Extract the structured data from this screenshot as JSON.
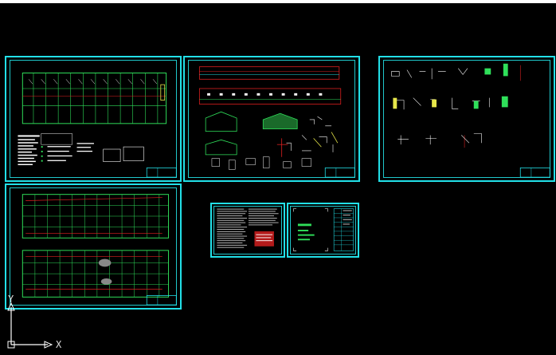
{
  "viewport": {
    "background": "#000000",
    "sheet_border_color": "#22e0e8",
    "linework_colors": {
      "green": "#2fe05a",
      "red": "#e02020",
      "yellow": "#e8e84a",
      "white": "#ffffff",
      "cyan": "#22e0e8"
    }
  },
  "sheets": [
    {
      "name": "floor-plan-sheet"
    },
    {
      "name": "elevations-sections-sheet"
    },
    {
      "name": "details-sheet"
    },
    {
      "name": "roof-plan-sheet"
    },
    {
      "name": "design-notes-sheet"
    },
    {
      "name": "drawing-index-sheet"
    }
  ],
  "ucs": {
    "x_label": "X",
    "y_label": "Y",
    "icon": "ucs-axis-icon"
  }
}
